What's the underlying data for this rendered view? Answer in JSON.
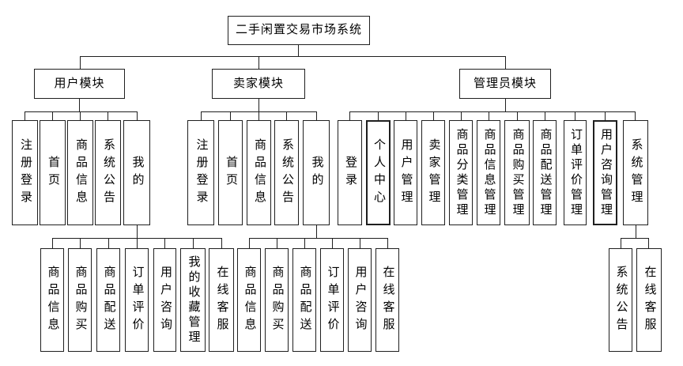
{
  "diagram": {
    "root": "二手闲置交易市场系统",
    "modules": {
      "user": "用户模块",
      "seller": "卖家模块",
      "admin": "管理员模块"
    },
    "user_children": [
      "注册登录",
      "首页",
      "商品信息",
      "系统公告",
      "我的"
    ],
    "seller_children": [
      "注册登录",
      "首页",
      "商品信息",
      "系统公告",
      "我的"
    ],
    "admin_children": [
      "登录",
      "个人中心",
      "用户管理",
      "卖家管理",
      "商品分类管理",
      "商品信息管理",
      "商品购买管理",
      "商品配送管理",
      "订单评价管理",
      "用户咨询管理",
      "系统管理"
    ],
    "user_my_children": [
      "商品信息",
      "商品购买",
      "商品配送",
      "订单评价",
      "用户咨询",
      "我的收藏管理",
      "在线客服"
    ],
    "seller_my_children": [
      "商品信息",
      "商品购买",
      "商品配送",
      "订单评价",
      "用户咨询",
      "在线客服"
    ],
    "admin_system_children": [
      "系统公告",
      "在线客服"
    ],
    "colors": {
      "line": "#1f1f1f",
      "background": "#ffffff",
      "text": "#000000"
    }
  }
}
